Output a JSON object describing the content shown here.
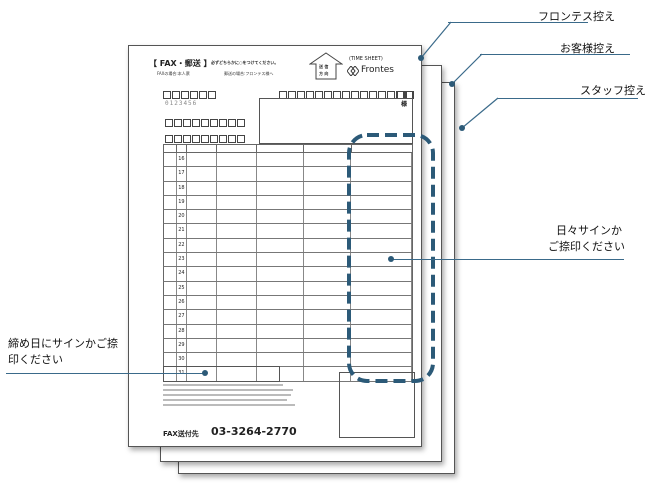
{
  "callouts": {
    "frontes_copy": "フロンテス控え",
    "customer_copy": "お客様控え",
    "staff_copy": "スタッフ控え",
    "daily_sign_line1": "日々サインか",
    "daily_sign_line2": "ご捺印ください",
    "closing_sign_line1": "締め日にサインかご捺",
    "closing_sign_line2": "印ください"
  },
  "form": {
    "header_title": "【 FAX・郵送 】",
    "header_note": "必ずどちらかに○をつけてください。",
    "fax_option": "FAXの場合:本人票",
    "mail_option": "郵送の場合:フロンテス様へ",
    "arrow_label_line1": "送 信",
    "arrow_label_line2": "方 向",
    "time_sheet": "(TIME SHEET)",
    "brand": "Frontes",
    "staff_no_sample": "0123456",
    "fax_label": "FAX送付先",
    "fax_number": "03-3264-2770",
    "sama": "様",
    "day_numbers": [
      "16",
      "17",
      "18",
      "19",
      "20",
      "21",
      "22",
      "23",
      "24",
      "25",
      "26",
      "27",
      "28",
      "29",
      "30",
      "31"
    ],
    "colors": {
      "callout_line": "#3a6a8a",
      "dashed_highlight": "#2c5a78"
    }
  }
}
